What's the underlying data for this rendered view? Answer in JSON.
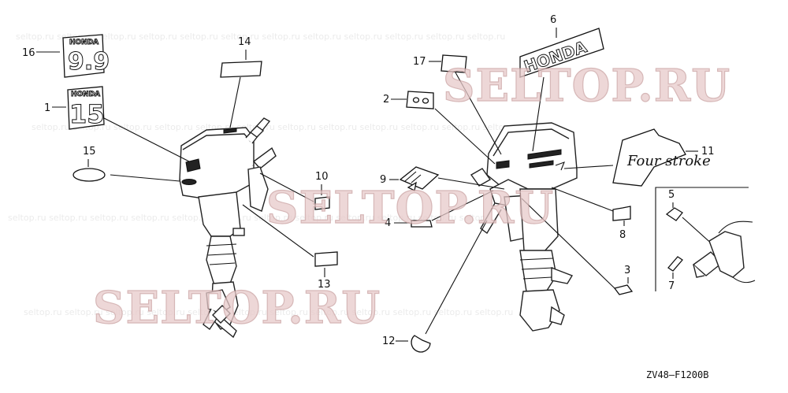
{
  "diagram": {
    "code": "ZV48—F1200B",
    "watermarks": [
      "SELTOP.RU",
      "SELTOP.RU",
      "SELTOP.RU"
    ],
    "callouts": [
      {
        "id": "16",
        "label": "16"
      },
      {
        "id": "1",
        "label": "1"
      },
      {
        "id": "15",
        "label": "15"
      },
      {
        "id": "14",
        "label": "14"
      },
      {
        "id": "10",
        "label": "10"
      },
      {
        "id": "13",
        "label": "13"
      },
      {
        "id": "17",
        "label": "17"
      },
      {
        "id": "2",
        "label": "2"
      },
      {
        "id": "9",
        "label": "9"
      },
      {
        "id": "4",
        "label": "4"
      },
      {
        "id": "12",
        "label": "12"
      },
      {
        "id": "7",
        "label": "7"
      },
      {
        "id": "6",
        "label": "6"
      },
      {
        "id": "11",
        "label": "11"
      },
      {
        "id": "8",
        "label": "8"
      },
      {
        "id": "3",
        "label": "3"
      },
      {
        "id": "5",
        "label": "5"
      }
    ],
    "decals": {
      "brand": "HONDA",
      "model_99": "9.9",
      "model_15": "15",
      "script": "Four stroke"
    }
  }
}
